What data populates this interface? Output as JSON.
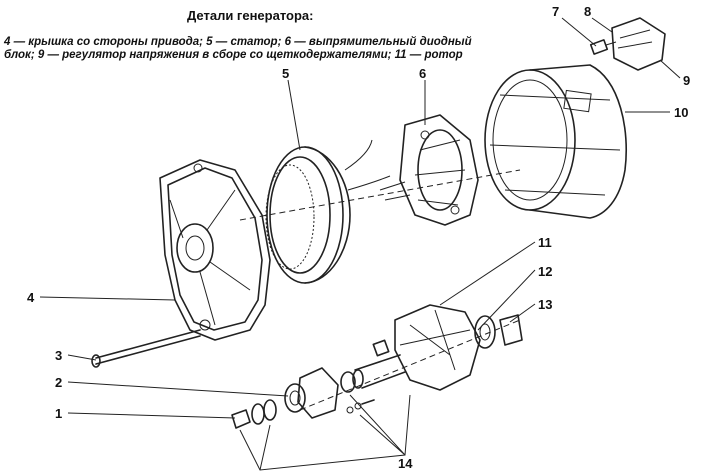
{
  "header": {
    "title": "Детали генератора:",
    "caption_line1": "4 — крышка со стороны привода; 5 — статор; 6 — выпрямительный диодный",
    "caption_line2": "блок; 9 — регулятор напряжения в сборе со щеткодержателями; 11 — ротор"
  },
  "callouts": [
    "1",
    "2",
    "3",
    "4",
    "5",
    "6",
    "7",
    "8",
    "9",
    "10",
    "11",
    "12",
    "13",
    "14"
  ]
}
